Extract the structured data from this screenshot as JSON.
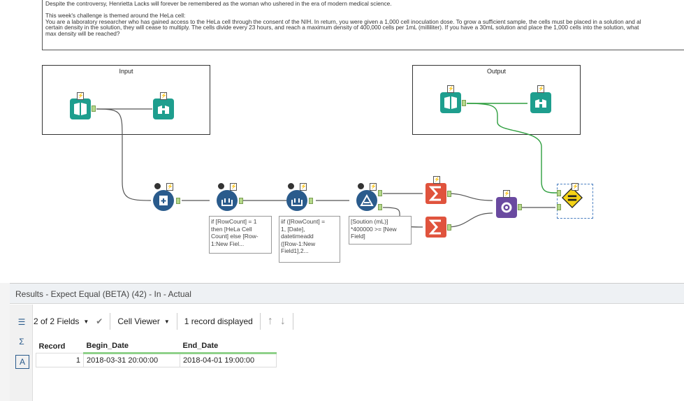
{
  "comment": {
    "line1": "Despite the controversy, Henrietta Lacks will forever be remembered as the woman who ushered in the era of modern medical science.",
    "line2": "This week's challenge is themed around the HeLa cell:",
    "line3": "You are a laboratory researcher who has gained access to the HeLa cell through the consent of the NIH.  In return, you were given a 1,000 cell inoculation dose.  To grow a sufficient sample, the cells must be placed in a solution and al",
    "line4": "certain density in the solution, they will cease to multiply.  The cells divide every 23 hours, and reach a maximum density of 400,000 cells per 1mL (milliliter).  If you have a 30mL solution and place the 1,000 cells into the solution, what",
    "line5": "max density will be reached?"
  },
  "containers": {
    "input_title": "Input",
    "output_title": "Output"
  },
  "annotations": {
    "formula1": "if [RowCount] = 1\nthen [HeLa Cell\nCount] else [Row-\n1:New Fiel...",
    "formula2": "iif ([RowCount] =\n1, [Date],\ndatetimeadd\n([Row-1:New\nField1],2...",
    "filter": "[Soution (mL)]\n*400000 >= [New\nField]"
  },
  "results": {
    "header": "Results - Expect Equal (BETA) (42) - In - Actual",
    "fields_label": "2 of 2 Fields",
    "cell_viewer_label": "Cell Viewer",
    "records_label": "1 record displayed",
    "columns": [
      "Record",
      "Begin_Date",
      "End_Date"
    ],
    "rows": [
      {
        "record": "1",
        "begin": "2018-03-31 20:00:00",
        "end": "2018-04-01 19:00:00"
      }
    ]
  },
  "colors": {
    "teal_tool": "#1e9e8e",
    "blue_tool": "#2a5b8c",
    "summarize_tool": "#e0533d",
    "expect_equal_tool": "#f5d315",
    "connection_green": "#2e9e3e"
  },
  "icons": [
    "input-data-icon",
    "browse-icon",
    "record-id-icon",
    "multi-row-formula-icon",
    "filter-icon",
    "summarize-icon",
    "append-fields-icon",
    "expect-equal-icon",
    "bolt-icon"
  ]
}
